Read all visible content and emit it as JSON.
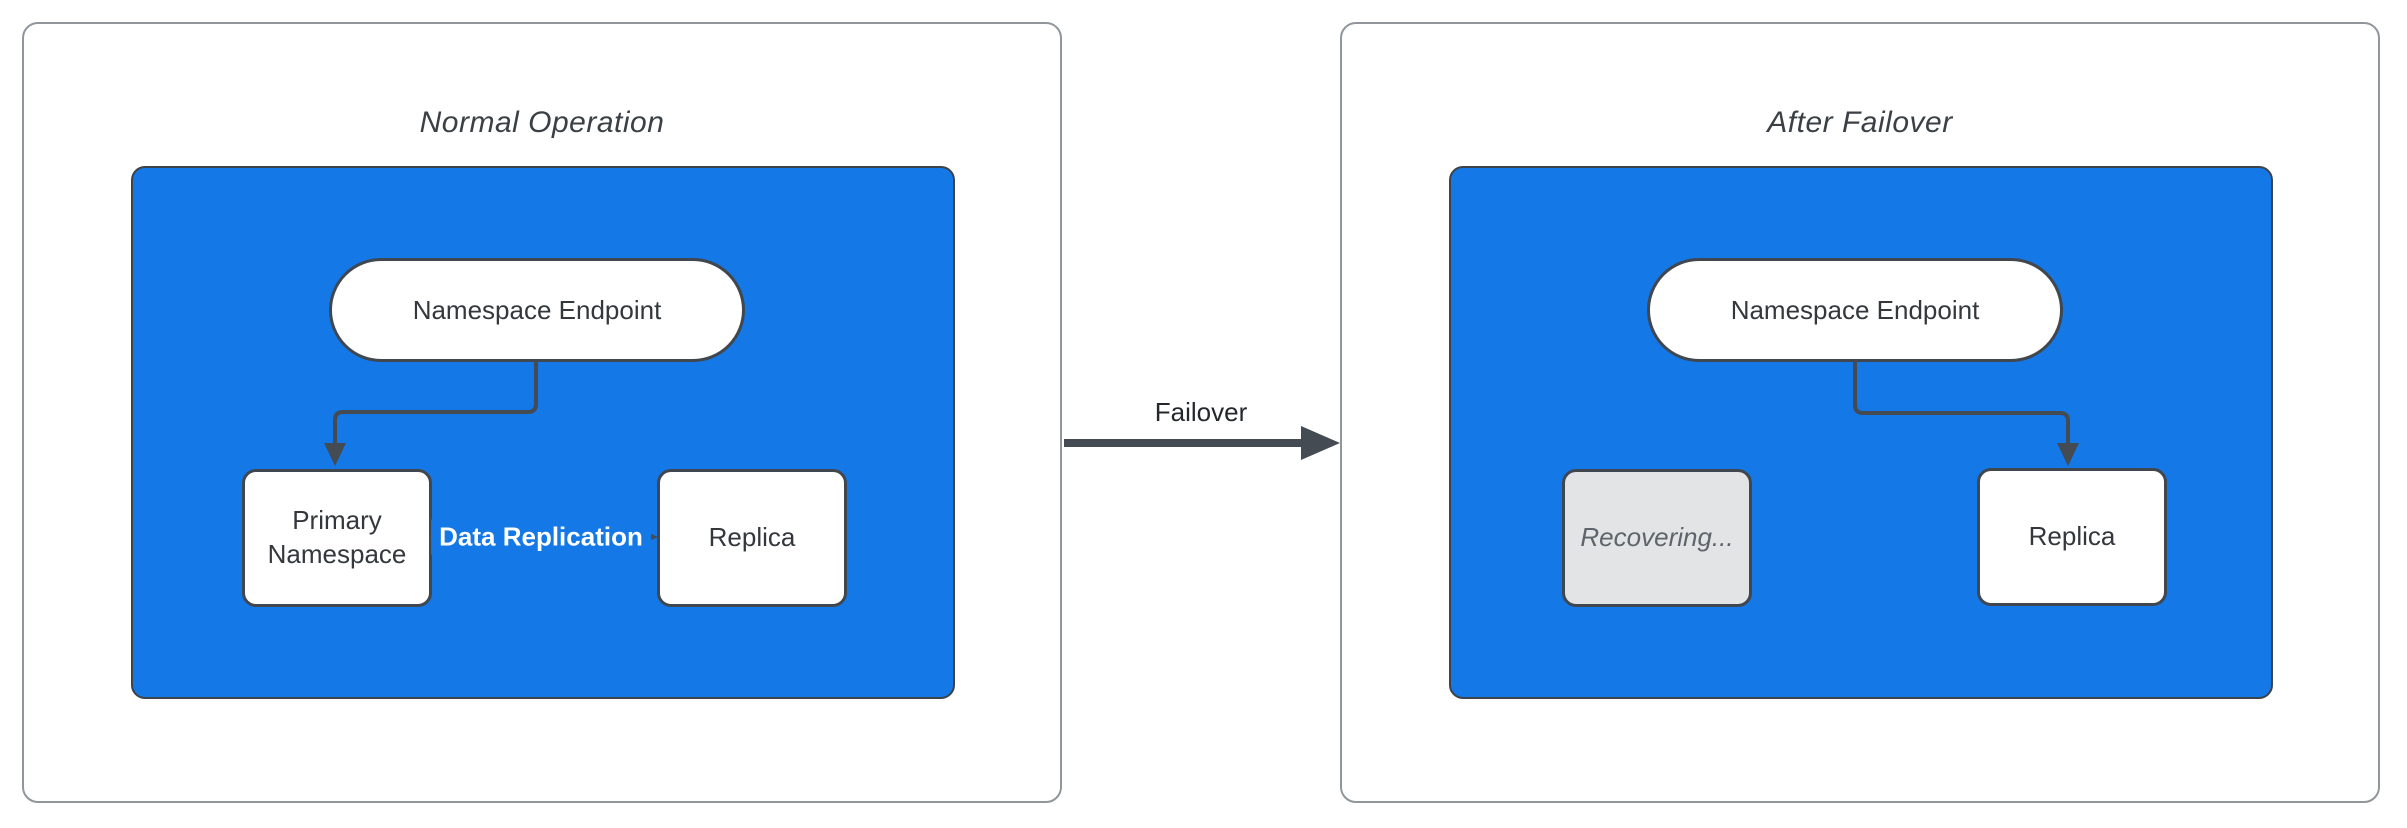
{
  "colors": {
    "cluster-blue": "#1478E6",
    "stroke-dark": "#444B53",
    "panel-border": "#90969C",
    "node-border": "#40474F",
    "node-text": "#34383D",
    "title-text": "#3B4046",
    "recovering-bg": "#E2E4E6",
    "recovering-text": "#5E646B",
    "edge-label-text": "#FFFFFF",
    "page-bg": "#FFFFFF"
  },
  "panels": [
    {
      "title": "Normal Operation",
      "endpoint_label": "Namespace Endpoint",
      "nodes": {
        "left": "Primary Namespace",
        "right": "Replica"
      },
      "edge_label": "Data Replication"
    },
    {
      "title": "After Failover",
      "endpoint_label": "Namespace Endpoint",
      "nodes": {
        "left": "Recovering...",
        "right": "Replica"
      }
    }
  ],
  "transition": {
    "label": "Failover"
  }
}
